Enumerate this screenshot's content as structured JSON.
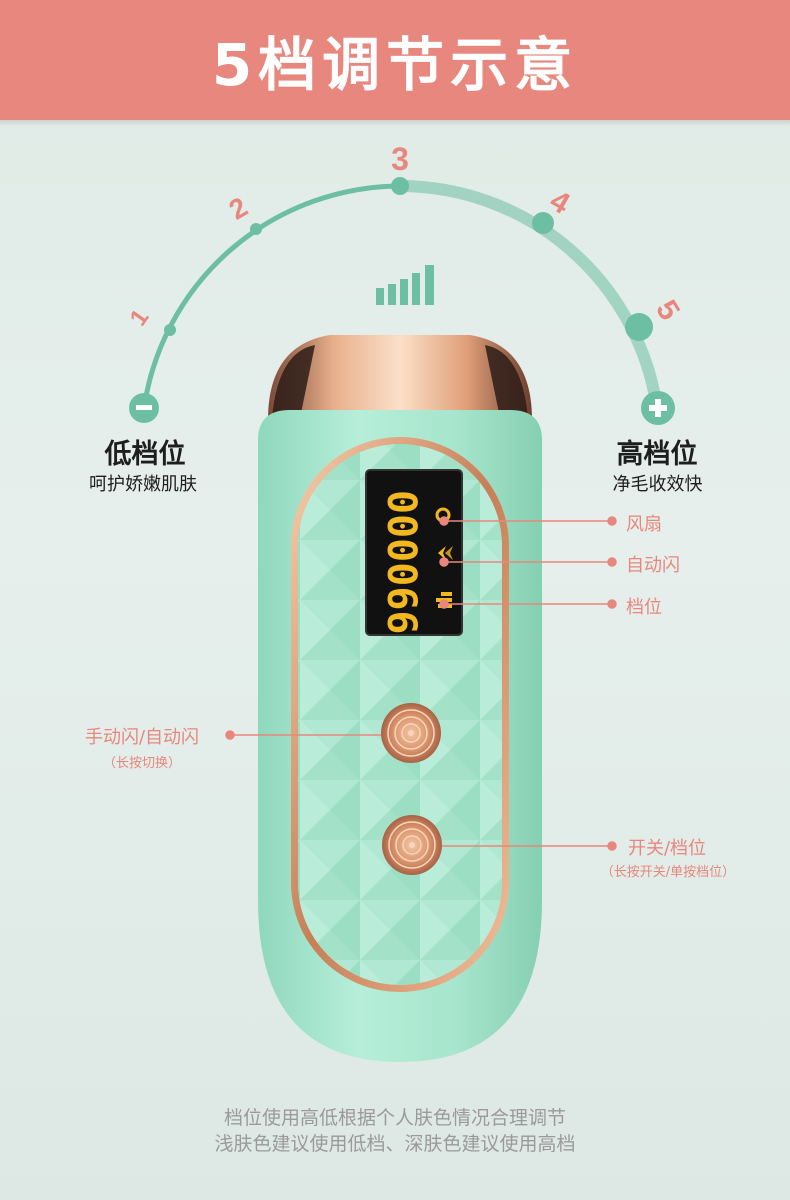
{
  "banner": {
    "title": "5档调节示意"
  },
  "dial": {
    "levels": [
      "1",
      "2",
      "3",
      "4",
      "5"
    ],
    "minus_symbol": "−",
    "plus_symbol": "+",
    "active_color": "#6dbfa3",
    "label_color": "#e8877d"
  },
  "left": {
    "title": "低档位",
    "subtitle": "呵护娇嫩肌肤"
  },
  "right": {
    "title": "高档位",
    "subtitle": "净毛收效快"
  },
  "display": {
    "count": "000066",
    "text_color": "#f2b820"
  },
  "callouts": {
    "fan": "风扇",
    "auto_flash": "自动闪",
    "level": "档位",
    "mode_button": "手动闪/自动闪",
    "mode_button_hint": "（长按切换）",
    "power_button": "开关/档位",
    "power_button_hint": "（长按开关/单按档位）"
  },
  "footer": {
    "line1": "档位使用高低根据个人肤色情况合理调节",
    "line2": "浅肤色建议使用低档、深肤色建议使用高档"
  },
  "colors": {
    "banner": "#e8877d",
    "device_body": "#a9e6cf",
    "rose_gold": "#d9996f"
  }
}
